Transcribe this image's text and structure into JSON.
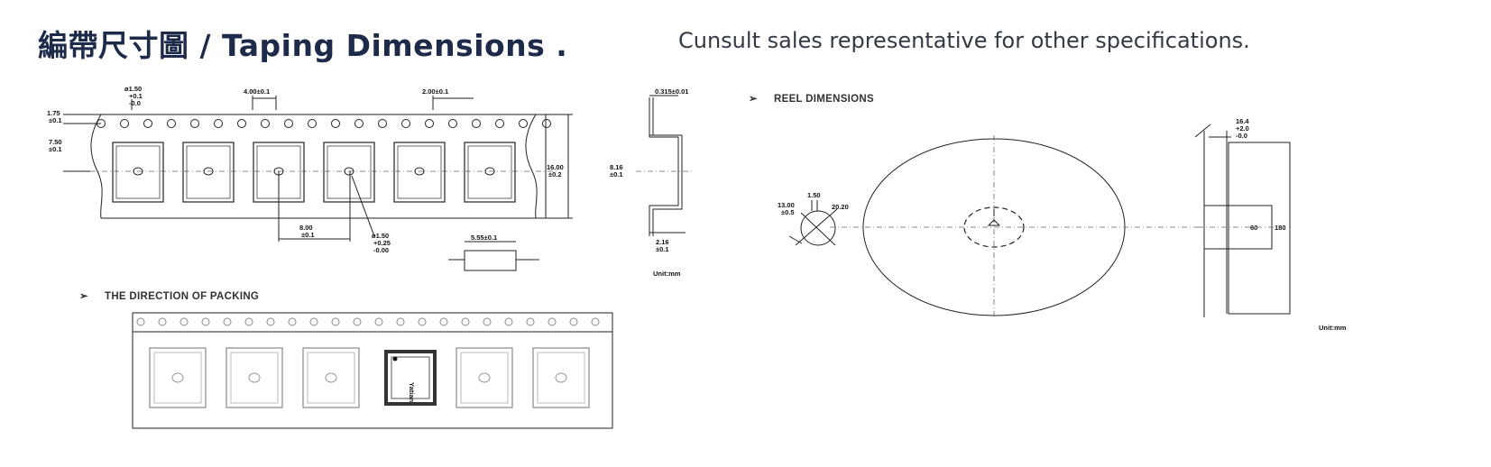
{
  "title": "編帶尺寸圖 / Taping Dimensions .",
  "subtitle": "Cunsult sales representative for other specifications.",
  "tape": {
    "hole_dia": [
      "ø1.50",
      "+0.1",
      "-0.0"
    ],
    "hole_pitch": "4.00±0.1",
    "hole_to_pocket": "2.00±0.1",
    "edge_to_hole": [
      "1.75",
      "±0.1"
    ],
    "hole_to_center": [
      "7.50",
      "±0.1"
    ],
    "tape_width": [
      "16.00",
      "±0.2"
    ],
    "pocket_pitch": [
      "8.00",
      "±0.1"
    ],
    "pocket_hole": [
      "ø1.50",
      "+0.25",
      "-0.00"
    ],
    "pocket_bottom": "5.55±0.1"
  },
  "profile": {
    "thickness": "0.315±0.01",
    "pocket_length": [
      "8.16",
      "±0.1"
    ],
    "pocket_depth": [
      "2.16",
      "±0.1"
    ],
    "unit": "Unit:mm"
  },
  "reel": {
    "heading": "REEL DIMENSIONS",
    "hub_dia": "1.50",
    "arbor": [
      "13.00",
      "±0.5"
    ],
    "key_dia": "20.20",
    "width": [
      "16.4",
      "+2.0",
      "-0.0"
    ],
    "hub_outer": "60",
    "reel_dia": "180",
    "unit": "Unit:mm"
  },
  "packing": {
    "heading": "THE DIRECTION OF PACKING",
    "part_mark": "Yatian"
  }
}
